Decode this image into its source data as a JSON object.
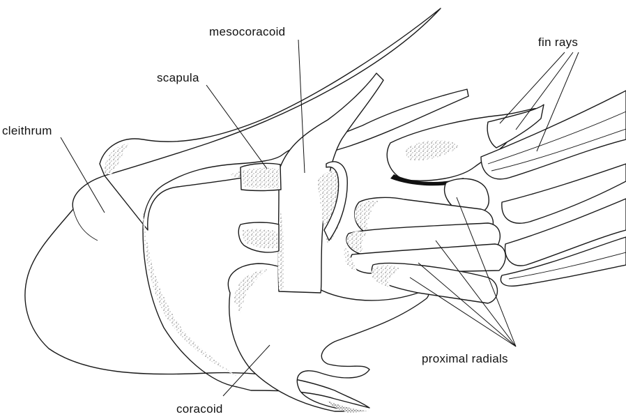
{
  "labels": {
    "mesocoracoid": "mesocoracoid",
    "fin_rays": "fin rays",
    "scapula": "scapula",
    "cleithrum": "cleithrum",
    "proximal_radials": "proximal radials",
    "coracoid": "coracoid"
  }
}
